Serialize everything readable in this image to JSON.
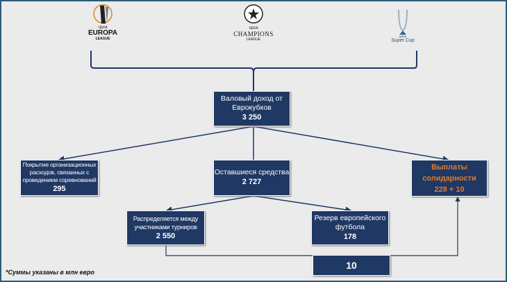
{
  "logos": {
    "europa": {
      "line1": "EUROPA",
      "line2": "LEAGUE"
    },
    "champions": {
      "line1": "CHAMPIONS",
      "line2": "LEAGUE"
    },
    "supercup": {
      "line1": "Super Cup"
    },
    "uefa": "UEFA"
  },
  "boxes": {
    "gross": {
      "label": "Валовый доход от Еврокубков",
      "value": "3 250"
    },
    "costs": {
      "label": "Покрытие организационных расходов, связанных с проведением соревнований",
      "value": "295"
    },
    "remaining": {
      "label": "Оставшиеся средства",
      "value": "2 727"
    },
    "solidarity": {
      "label": "Выплаты солидарности",
      "value": "228 + 10"
    },
    "distributed": {
      "label": "Распределяется между участниками турниров",
      "value": "2 550"
    },
    "reserve": {
      "label": "Резерв европейского футбола",
      "value": "178"
    },
    "transfer": {
      "value": "10"
    }
  },
  "note": "*Суммы указаны в млн евро",
  "colors": {
    "box": "#1f3864",
    "accent": "#e07a2a",
    "background": "#ebebeb"
  }
}
